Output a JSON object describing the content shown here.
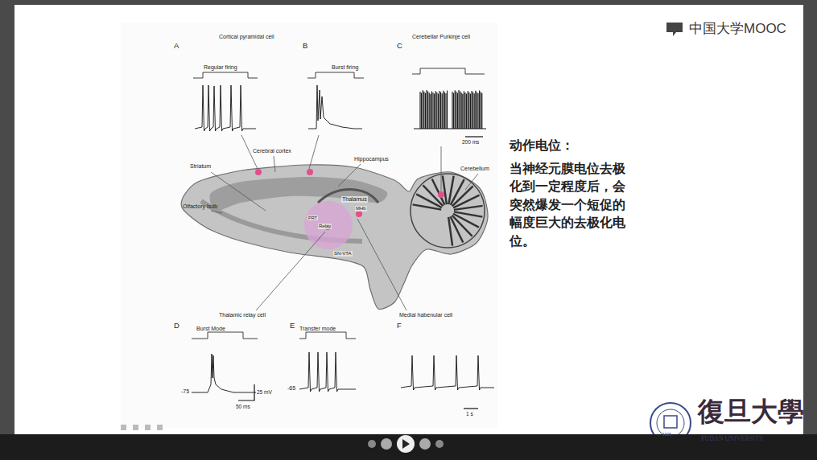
{
  "diagram": {
    "labels": [
      "中国大学MOOC",
      "Cortical pyramidal cell",
      "A",
      "Regular firing",
      "B",
      "Burst firing",
      "C",
      "Cerebellar Purkinje cell",
      "200 ms",
      "Striatum",
      "Cerebral cortex",
      "Hippocampus",
      "Cerebellum",
      "Olfactory bulb",
      "Thalamus",
      "PRT",
      "Relay",
      "MHb",
      "SN-VTA",
      "Thalamic relay cell",
      "Medial habenular cell",
      "D",
      "Burst Mode",
      "E",
      "Transfer mode",
      "F",
      "-75",
      "25 mV",
      "50 ms",
      "-65",
      "1 s",
      "动作电位：",
      "当神经元膜电位去极化到一定程度后，会突然爆发一个短促的幅度巨大的去极化电位。",
      "復旦大學",
      "FUDAN UNIVERSITY",
      "1905"
    ]
  }
}
